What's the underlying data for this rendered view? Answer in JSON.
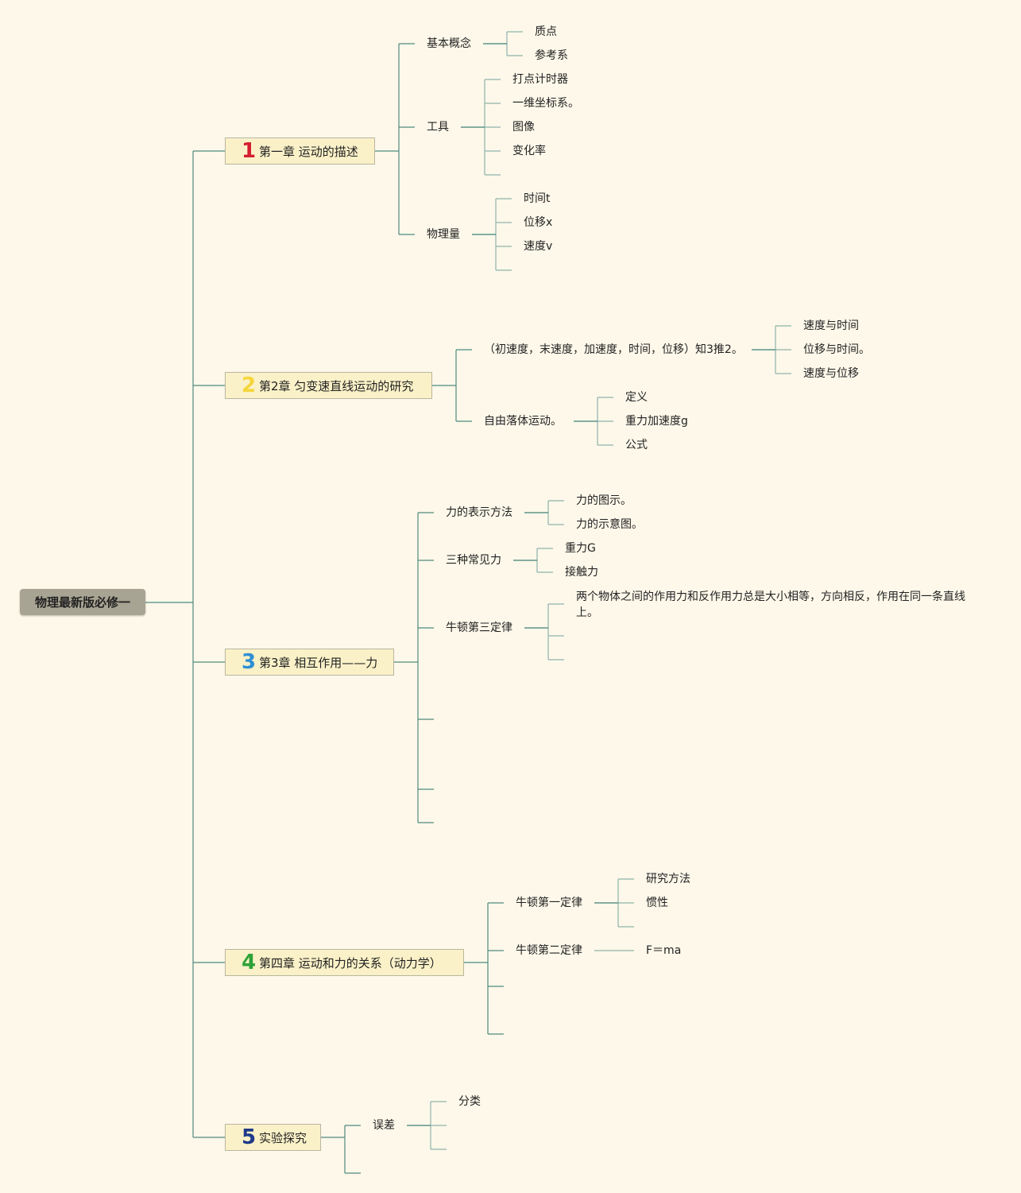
{
  "root": "物理最新版必修一",
  "colors": {
    "background": "#fdf8ea",
    "line": "#4f8a7e",
    "root_bg": "#a8a493",
    "chapter_bg": "#fbf1c8",
    "num1": "#d42030",
    "num2": "#f5d63a",
    "num3": "#2f8fd4",
    "num4": "#2ea338",
    "num5": "#1f3a8a"
  },
  "chapters": [
    {
      "num": "1",
      "title": "第一章 运动的描述"
    },
    {
      "num": "2",
      "title": "第2章 匀变速直线运动的研究"
    },
    {
      "num": "3",
      "title": "第3章 相互作用——力"
    },
    {
      "num": "4",
      "title": "第四章 运动和力的关系（动力学）"
    },
    {
      "num": "5",
      "title": "实验探究"
    }
  ],
  "c1": {
    "basic": "基本概念",
    "basic_items": [
      "质点",
      "参考系"
    ],
    "tools": "工具",
    "tools_items": [
      "打点计时器",
      "一维坐标系。",
      "图像",
      "变化率"
    ],
    "quant": "物理量",
    "quant_items": [
      "时间t",
      "位移x",
      "速度v"
    ]
  },
  "c2": {
    "known": "（初速度，末速度，加速度，时间，位移）知3推2。",
    "known_items": [
      "速度与时间",
      "位移与时间。",
      "速度与位移"
    ],
    "fall": "自由落体运动。",
    "fall_items": [
      "定义",
      "重力加速度g",
      "公式"
    ]
  },
  "c3": {
    "repr": "力的表示方法",
    "repr_items": [
      "力的图示。",
      "力的示意图。"
    ],
    "three": "三种常见力",
    "three_items": [
      "重力G",
      "接触力"
    ],
    "newton3": "牛顿第三定律",
    "newton3_text": "两个物体之间的作用力和反作用力总是大小相等，方向相反，作用在同一条直线上。"
  },
  "c4": {
    "newton1": "牛顿第一定律",
    "newton1_items": [
      "研究方法",
      "惯性"
    ],
    "newton2": "牛顿第二定律",
    "newton2_item": "F＝ma"
  },
  "c5": {
    "error": "误差",
    "error_items": [
      "分类"
    ]
  }
}
